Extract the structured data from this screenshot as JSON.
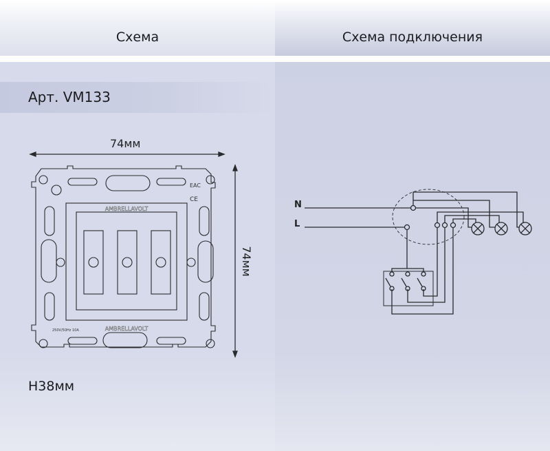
{
  "tabs": [
    {
      "label": "Схема"
    },
    {
      "label": "Схема подключения"
    }
  ],
  "article": "Арт. VM133",
  "dimensions": {
    "width": "74мм",
    "height": "74мм",
    "depth": "H38мм"
  },
  "device": {
    "brand": "AMBRELLAVOLT",
    "rating": "250V/50Hz 10A",
    "marks": [
      "EAC",
      "CE"
    ]
  },
  "wiring": {
    "neutral_label": "N",
    "line_label": "L",
    "lamps": 3,
    "switch_keys": 3
  },
  "colors": {
    "line": "#2a2a2e",
    "panel": "#d6daea"
  }
}
